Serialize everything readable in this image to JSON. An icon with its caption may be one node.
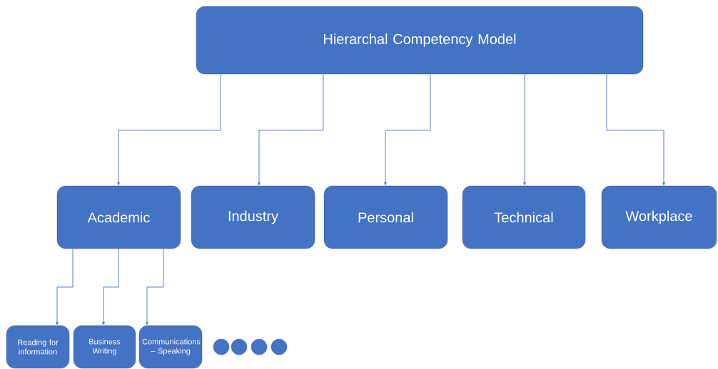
{
  "diagram": {
    "nodes": [
      {
        "text": [
          "Hierarchal Competency Model"
        ]
      },
      {
        "text": [
          "Academic"
        ]
      },
      {
        "text": [
          "Industry"
        ]
      },
      {
        "text": [
          "Personal"
        ]
      },
      {
        "text": [
          "Technical"
        ]
      },
      {
        "text": [
          "Workplace"
        ]
      },
      {
        "text": [
          "Reading for information"
        ]
      },
      {
        "text": [
          "Business Writing"
        ]
      },
      {
        "text": [
          "Communications – Speaking"
        ]
      },
      {
        "text": [],
        "shape": "circle"
      },
      {
        "text": [],
        "shape": "circle"
      },
      {
        "text": [],
        "shape": "circle"
      },
      {
        "text": [],
        "shape": "circle"
      }
    ],
    "edges": [
      {
        "from": 0,
        "to": 1,
        "arrow": "to"
      },
      {
        "from": 0,
        "to": 2,
        "arrow": "to"
      },
      {
        "from": 0,
        "to": 3,
        "arrow": "to"
      },
      {
        "from": 0,
        "to": 4,
        "arrow": "to"
      },
      {
        "from": 0,
        "to": 5,
        "arrow": "to"
      },
      {
        "from": 1,
        "to": 6,
        "arrow": "to"
      },
      {
        "from": 1,
        "to": 7,
        "arrow": "to"
      },
      {
        "from": 1,
        "to": 8,
        "arrow": "to"
      }
    ]
  }
}
